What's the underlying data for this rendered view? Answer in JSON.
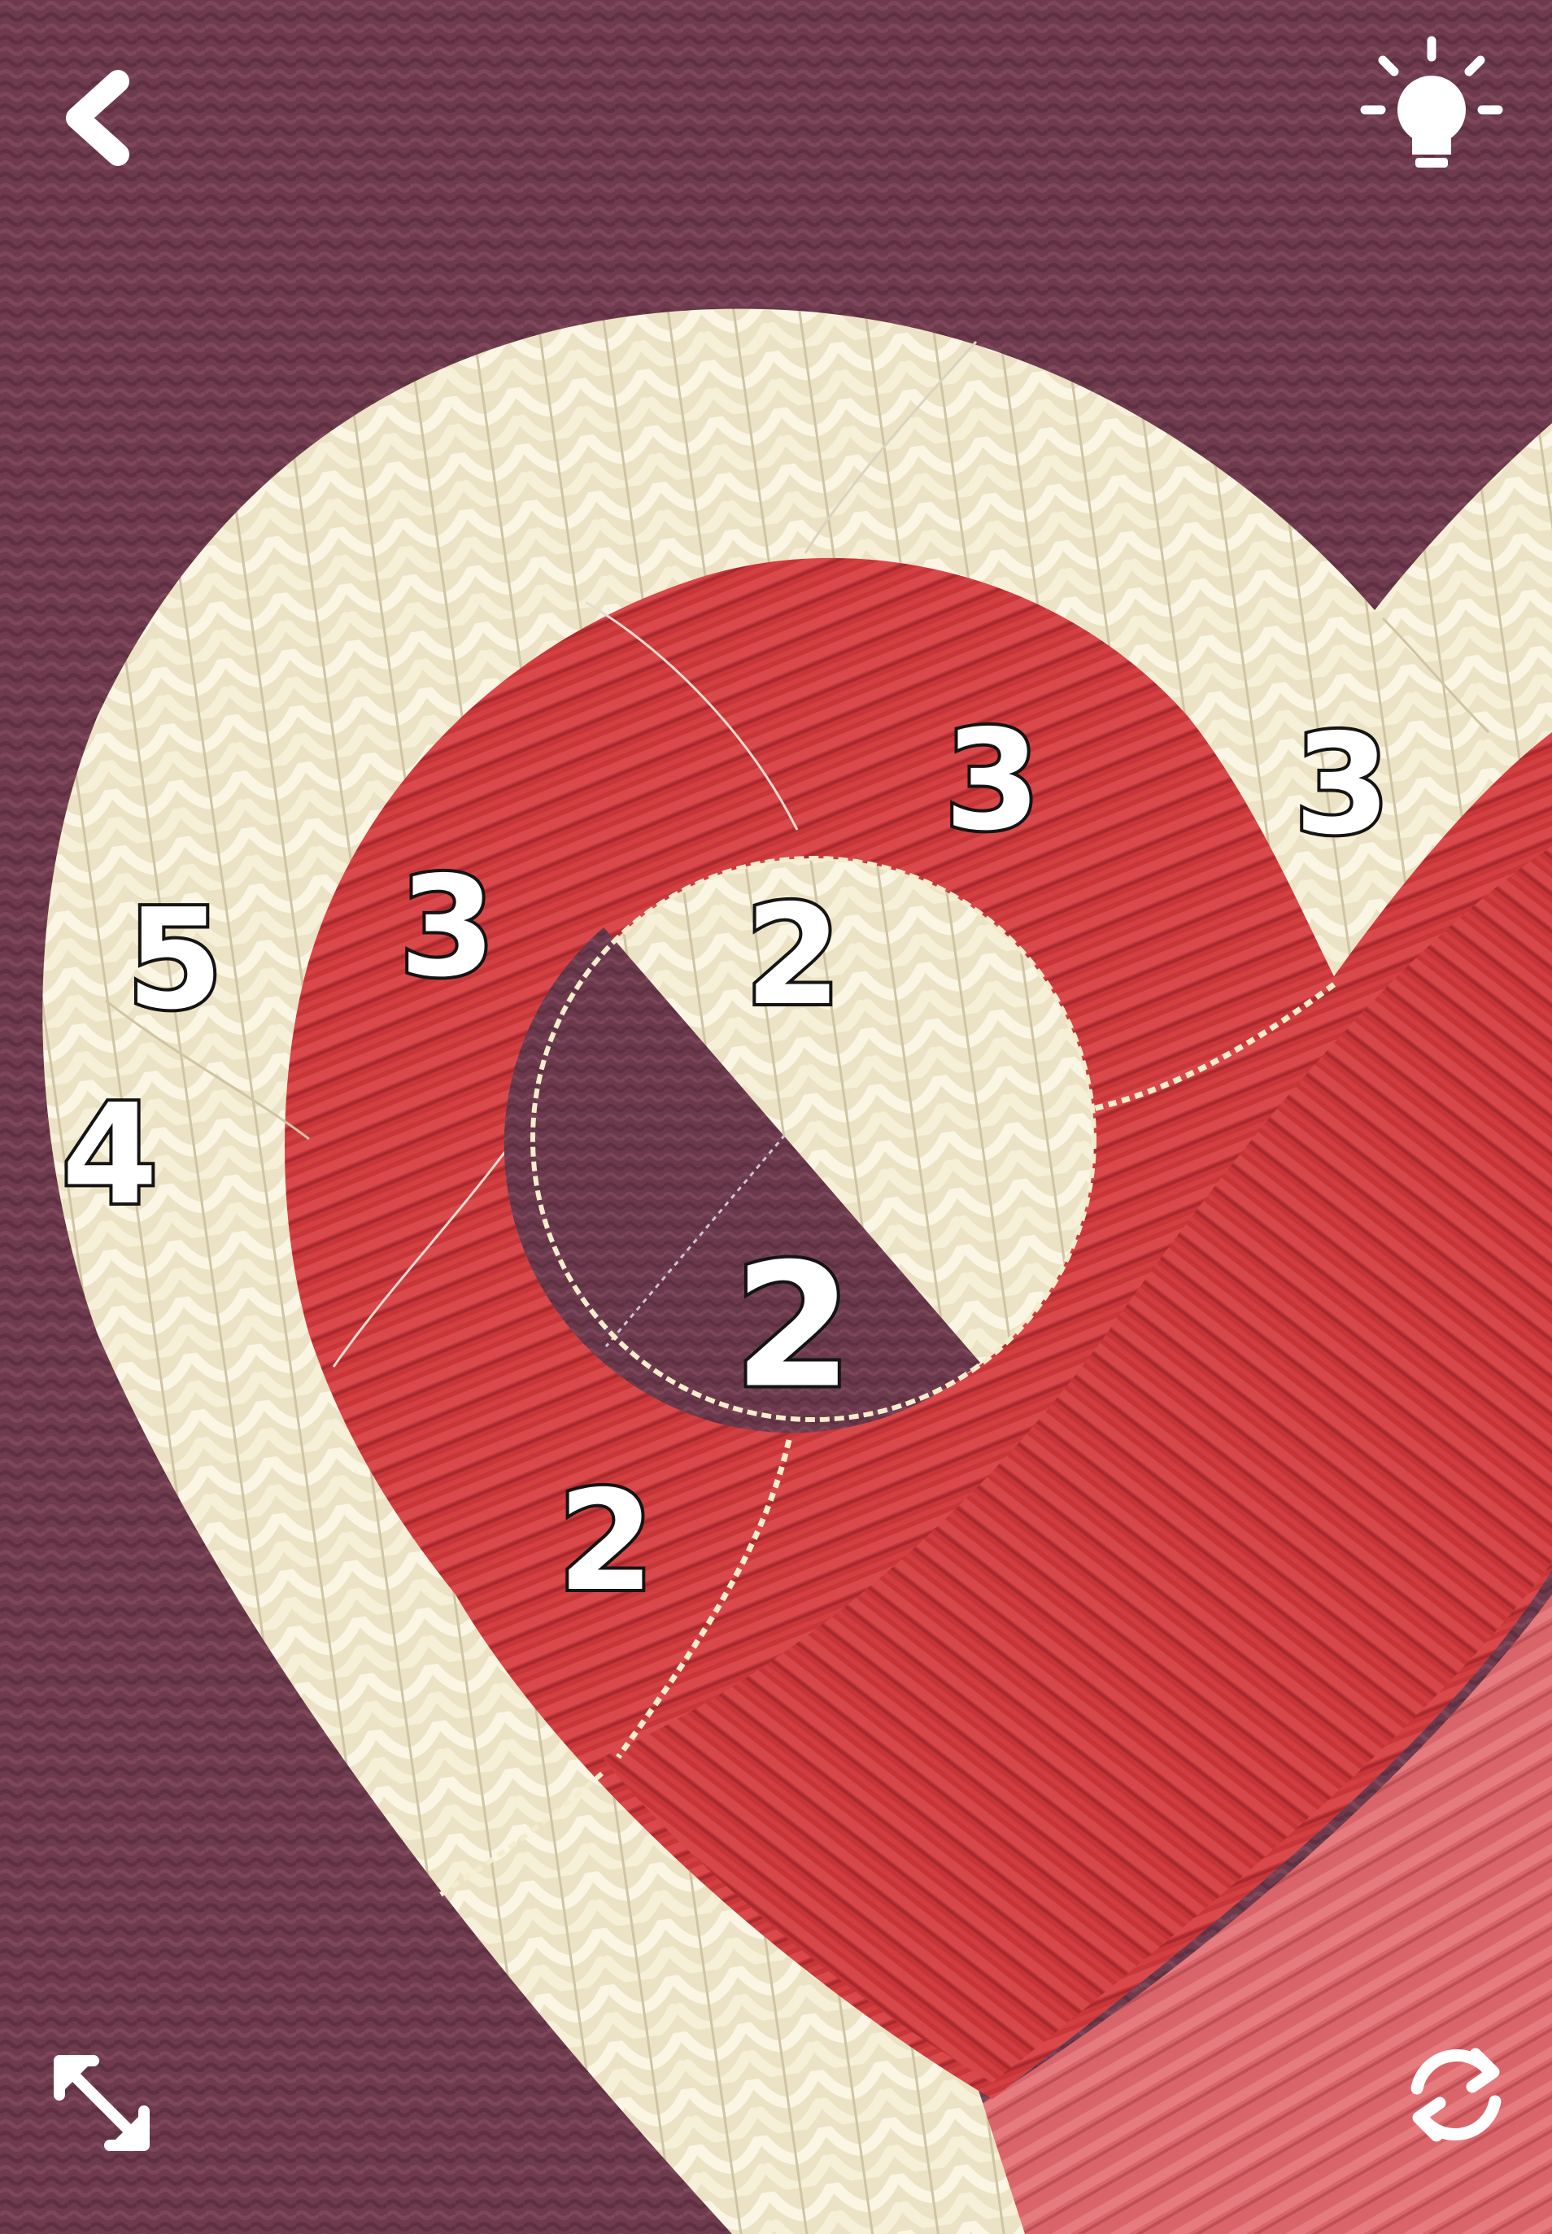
{
  "hud": {
    "back_icon": "chevron-left-icon",
    "hint_icon": "lightbulb-icon",
    "zoom_icon": "expand-arrows-icon",
    "reset_icon": "rotate-arrows-icon"
  },
  "palette": {
    "background": "#6e3a4d",
    "cream": "#ece3c6",
    "red": "#c8363a",
    "pink": "#d9656b",
    "hud_icon": "#ffffff"
  },
  "regions": {
    "outer_ring_left": "5",
    "outer_ring_lower_left": "4",
    "outer_ring_right": "3",
    "red_band_left": "3",
    "red_band_top": "3",
    "red_band_bottom": "2",
    "center_cream": "2",
    "center_purple": "2"
  }
}
